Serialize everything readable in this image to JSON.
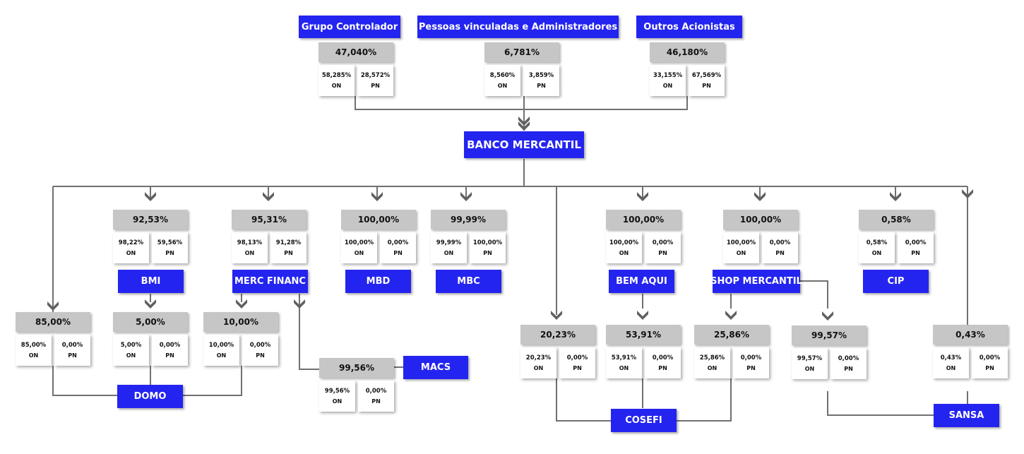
{
  "shareholders": {
    "controller": {
      "label": "Grupo Controlador",
      "total": "47,040%",
      "on": "58,285%",
      "pn": "28,572%"
    },
    "related": {
      "label": "Pessoas vinculadas e Administradores",
      "total": "6,781%",
      "on": "8,560%",
      "pn": "3,859%"
    },
    "others": {
      "label": "Outros Acionistas",
      "total": "46,180%",
      "on": "33,155%",
      "pn": "67,569%"
    }
  },
  "root": {
    "label": "BANCO MERCANTIL"
  },
  "share_labels": {
    "on": "ON",
    "pn": "PN"
  },
  "subsidiaries": {
    "bmi": {
      "label": "BMI",
      "total": "92,53%",
      "on": "98,22%",
      "pn": "59,56%"
    },
    "merc_financ": {
      "label": "MERC FINANC",
      "total": "95,31%",
      "on": "98,13%",
      "pn": "91,28%"
    },
    "mbd": {
      "label": "MBD",
      "total": "100,00%",
      "on": "100,00%",
      "pn": "0,00%"
    },
    "mbc": {
      "label": "MBC",
      "total": "99,99%",
      "on": "99,99%",
      "pn": "100,00%"
    },
    "bem_aqui": {
      "label": "BEM AQUI",
      "total": "100,00%",
      "on": "100,00%",
      "pn": "0,00%"
    },
    "shop_mercantil": {
      "label": "SHOP MERCANTIL",
      "total": "100,00%",
      "on": "100,00%",
      "pn": "0,00%"
    },
    "cip": {
      "label": "CIP",
      "total": "0,58%",
      "on": "0,58%",
      "pn": "0,00%"
    }
  },
  "second_level": {
    "domo": {
      "label": "DOMO"
    },
    "domo_from_banco": {
      "total": "85,00%",
      "on": "85,00%",
      "pn": "0,00%"
    },
    "domo_from_bmi": {
      "total": "5,00%",
      "on": "5,00%",
      "pn": "0,00%"
    },
    "domo_from_merc": {
      "total": "10,00%",
      "on": "10,00%",
      "pn": "0,00%"
    },
    "macs": {
      "label": "MACS",
      "total": "99,56%",
      "on": "99,56%",
      "pn": "0,00%"
    },
    "cosefi": {
      "label": "COSEFI"
    },
    "cosefi_from_banco": {
      "total": "20,23%",
      "on": "20,23%",
      "pn": "0,00%"
    },
    "cosefi_from_bemaqui": {
      "total": "53,91%",
      "on": "53,91%",
      "pn": "0,00%"
    },
    "cosefi_from_shop": {
      "total": "25,86%",
      "on": "25,86%",
      "pn": "0,00%"
    },
    "sansa": {
      "label": "SANSA"
    },
    "sansa_from_shop": {
      "total": "99,57%",
      "on": "99,57%",
      "pn": "0,00%"
    },
    "sansa_from_banco": {
      "total": "0,43%",
      "on": "0,43%",
      "pn": "0,00%"
    }
  },
  "colors": {
    "entity": "#2424f0",
    "total_box": "#c6c6c6",
    "line": "#707070",
    "arrow": "#606060"
  }
}
